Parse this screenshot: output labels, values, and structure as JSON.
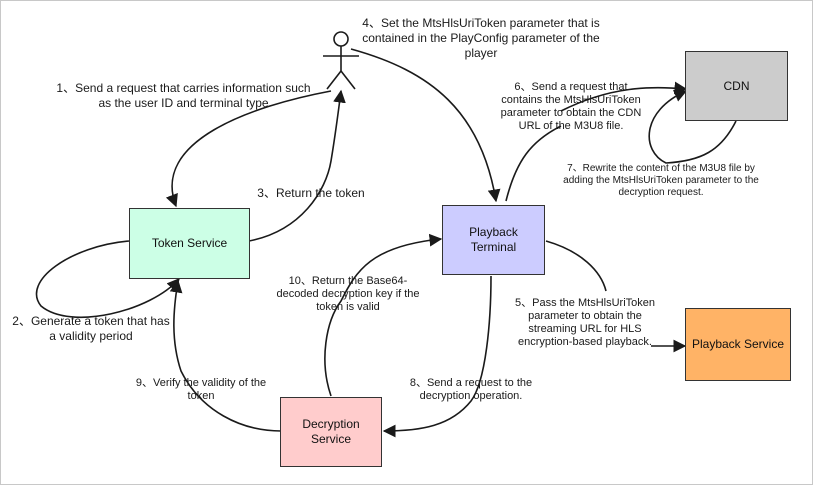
{
  "nodes": {
    "token_service": {
      "label": "Token Service",
      "fill": "#ccffe6"
    },
    "playback_terminal": {
      "label": "Playback Terminal",
      "fill": "#ccccff"
    },
    "cdn": {
      "label": "CDN",
      "fill": "#cccccc"
    },
    "playback_service": {
      "label": "Playback Service",
      "fill": "#ffb366"
    },
    "decryption_service": {
      "label": "Decryption Service",
      "fill": "#ffcccc"
    }
  },
  "steps": {
    "s1": "1、Send a request that carries information such as the user ID and terminal type",
    "s2": "2、Generate a token that has a validity period",
    "s3": "3、Return the token",
    "s4": "4、Set the MtsHlsUriToken parameter that is contained in the PlayConfig parameter of the player",
    "s5": "5、Pass the MtsHlsUriToken parameter to obtain the streaming URL for HLS encryption-based playback.",
    "s6": "6、Send a request that contains the MtsHlsUriToken parameter to obtain the CDN URL of the M3U8 file.",
    "s7": "7、Rewrite the content of the M3U8 file by adding the MtsHlsUriToken parameter to the decryption request.",
    "s8": "8、Send a request to the decryption operation.",
    "s9": "9、Verify the validity of the token",
    "s10": "10、Return the Base64-decoded decryption key if the token is valid"
  },
  "colors": {
    "line": "#1a1a1a",
    "border": "#333333"
  }
}
